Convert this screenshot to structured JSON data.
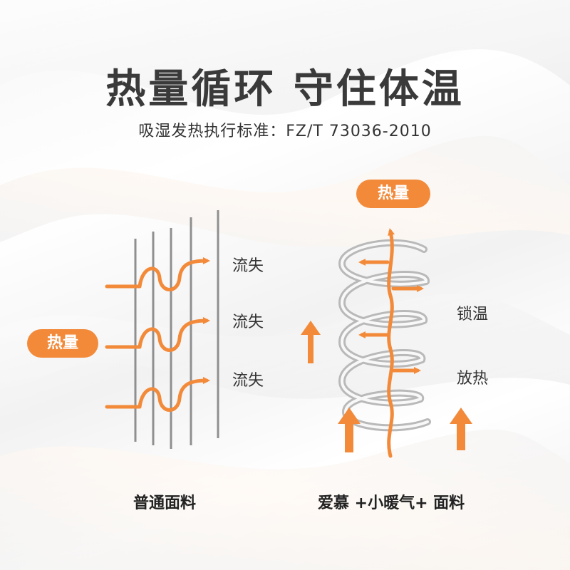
{
  "header": {
    "title": "热量循环 守住体温",
    "subtitle": "吸湿发热执行标准：FZ/T 73036-2010"
  },
  "left_panel": {
    "heat_badge": "热量",
    "loss_labels": [
      "流失",
      "流失",
      "流失"
    ],
    "caption": "普通面料"
  },
  "right_panel": {
    "heat_badge": "热量",
    "lock_label": "锁温",
    "release_label": "放热",
    "caption": "爱慕 +小暖气+ 面料"
  },
  "colors": {
    "accent": "#f28a3a",
    "line_gray": "#8f8f8f",
    "text": "#333333"
  }
}
